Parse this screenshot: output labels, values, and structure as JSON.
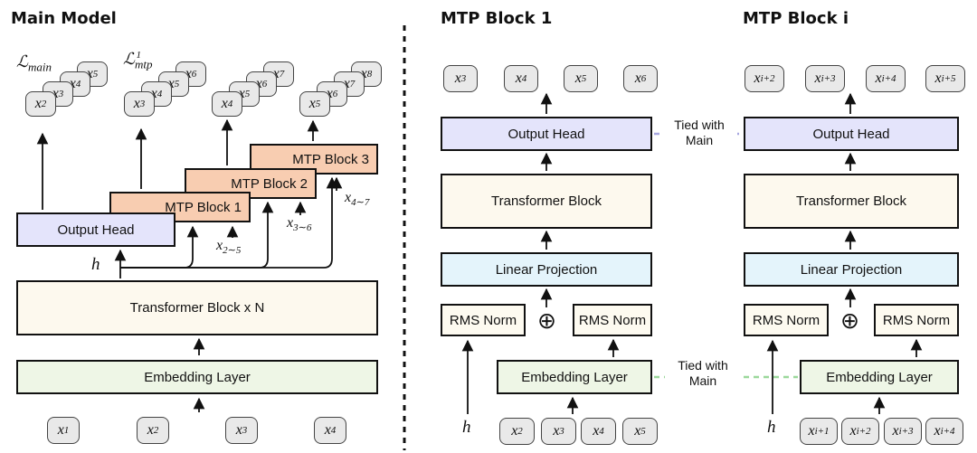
{
  "titles": {
    "main": "Main Model",
    "mtp1": "MTP Block 1",
    "mtpi": "MTP Block i"
  },
  "main": {
    "output_head": "Output Head",
    "transformer": "Transformer Block x N",
    "embedding": "Embedding Layer",
    "mtp_blocks": [
      "MTP Block 1",
      "MTP Block 2",
      "MTP Block 3"
    ],
    "h": "h",
    "side_inputs": [
      "x2~5",
      "x3~6",
      "x4~7"
    ],
    "losses": [
      "ℒmain",
      "ℒmtp1"
    ],
    "output_stacks": [
      [
        "x2",
        "x3",
        "x4",
        "x5"
      ],
      [
        "x3",
        "x4",
        "x5",
        "x6"
      ],
      [
        "x4",
        "x5",
        "x6",
        "x7"
      ],
      [
        "x5",
        "x6",
        "x7",
        "x8"
      ]
    ],
    "inputs": [
      "x1",
      "x2",
      "x3",
      "x4"
    ]
  },
  "mtp1": {
    "outputs": [
      "x3",
      "x4",
      "x5",
      "x6"
    ],
    "output_head": "Output Head",
    "transformer": "Transformer Block",
    "linear": "Linear Projection",
    "rms_left": "RMS Norm",
    "rms_right": "RMS Norm",
    "plus": "⊕",
    "embedding": "Embedding Layer",
    "h": "h",
    "inputs": [
      "x2",
      "x3",
      "x4",
      "x5"
    ]
  },
  "mtpi": {
    "outputs": [
      "xi+2",
      "xi+3",
      "xi+4",
      "xi+5"
    ],
    "output_head": "Output Head",
    "transformer": "Transformer Block",
    "linear": "Linear Projection",
    "rms_left": "RMS Norm",
    "rms_right": "RMS Norm",
    "plus": "⊕",
    "embedding": "Embedding Layer",
    "h": "h",
    "inputs": [
      "xi+1",
      "xi+2",
      "xi+3",
      "xi+4"
    ]
  },
  "tied": {
    "top": "Tied with Main",
    "bottom": "Tied with Main"
  },
  "colors": {
    "output_head": "#e4e4fb",
    "mtp_block": "#f8cdb1",
    "transformer": "#fdf9ee",
    "embedding": "#eef6e6",
    "linear": "#e4f4fb",
    "rms": "#fdfaf0",
    "token": "#e9e9e9",
    "tied_top": "#a7a7e0",
    "tied_bottom": "#9bd89b"
  }
}
